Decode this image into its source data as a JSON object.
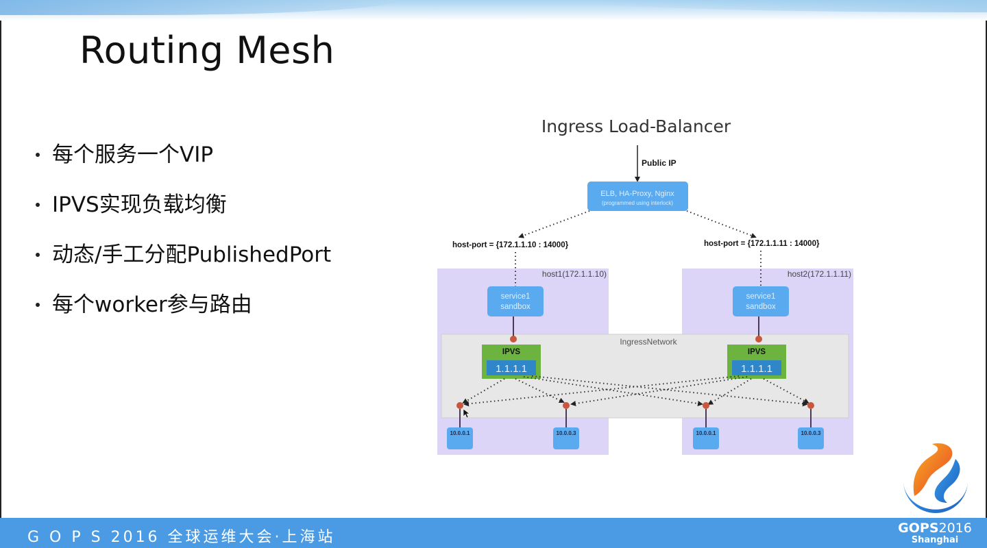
{
  "slide": {
    "title": "Routing Mesh",
    "bullets": [
      "每个服务一个VIP",
      "IPVS实现负载均衡",
      "动态/手工分配PublishedPort",
      "每个worker参与路由"
    ]
  },
  "diagram": {
    "title": "Ingress Load-Balancer",
    "public_ip_label": "Public IP",
    "lb_box": {
      "line1": "ELB, HA-Proxy, Nginx",
      "line2": "(programmed using interlock)"
    },
    "hosts": [
      {
        "label": "host1(172.1.1.10)",
        "host_port": "host-port = {172.1.1.10 : 14000}",
        "sandbox": {
          "line1": "service1",
          "line2": "sandbox"
        },
        "ipvs": {
          "label": "IPVS",
          "vip": "1.1.1.1"
        },
        "endpoints": [
          "10.0.0.1",
          "10.0.0.3"
        ]
      },
      {
        "label": "host2(172.1.1.11)",
        "host_port": "host-port = {172.1.1.11 : 14000}",
        "sandbox": {
          "line1": "service1",
          "line2": "sandbox"
        },
        "ipvs": {
          "label": "IPVS",
          "vip": "1.1.1.1"
        },
        "endpoints": [
          "10.0.0.1",
          "10.0.0.3"
        ]
      }
    ],
    "network_label": "IngressNetwork",
    "colors": {
      "host_bg": "#d9d2f5",
      "network_bg": "#e6e6e6",
      "blue_box": "#5aaaf0",
      "ipvs_green": "#6db33f",
      "vip_blue": "#2f86c9",
      "node_red": "#c9563f"
    }
  },
  "footer": {
    "event": "G O P S 2016 全球运维大会·上海站",
    "brand_name": "GOPS",
    "brand_year": "2016",
    "brand_city": "Shanghai"
  }
}
